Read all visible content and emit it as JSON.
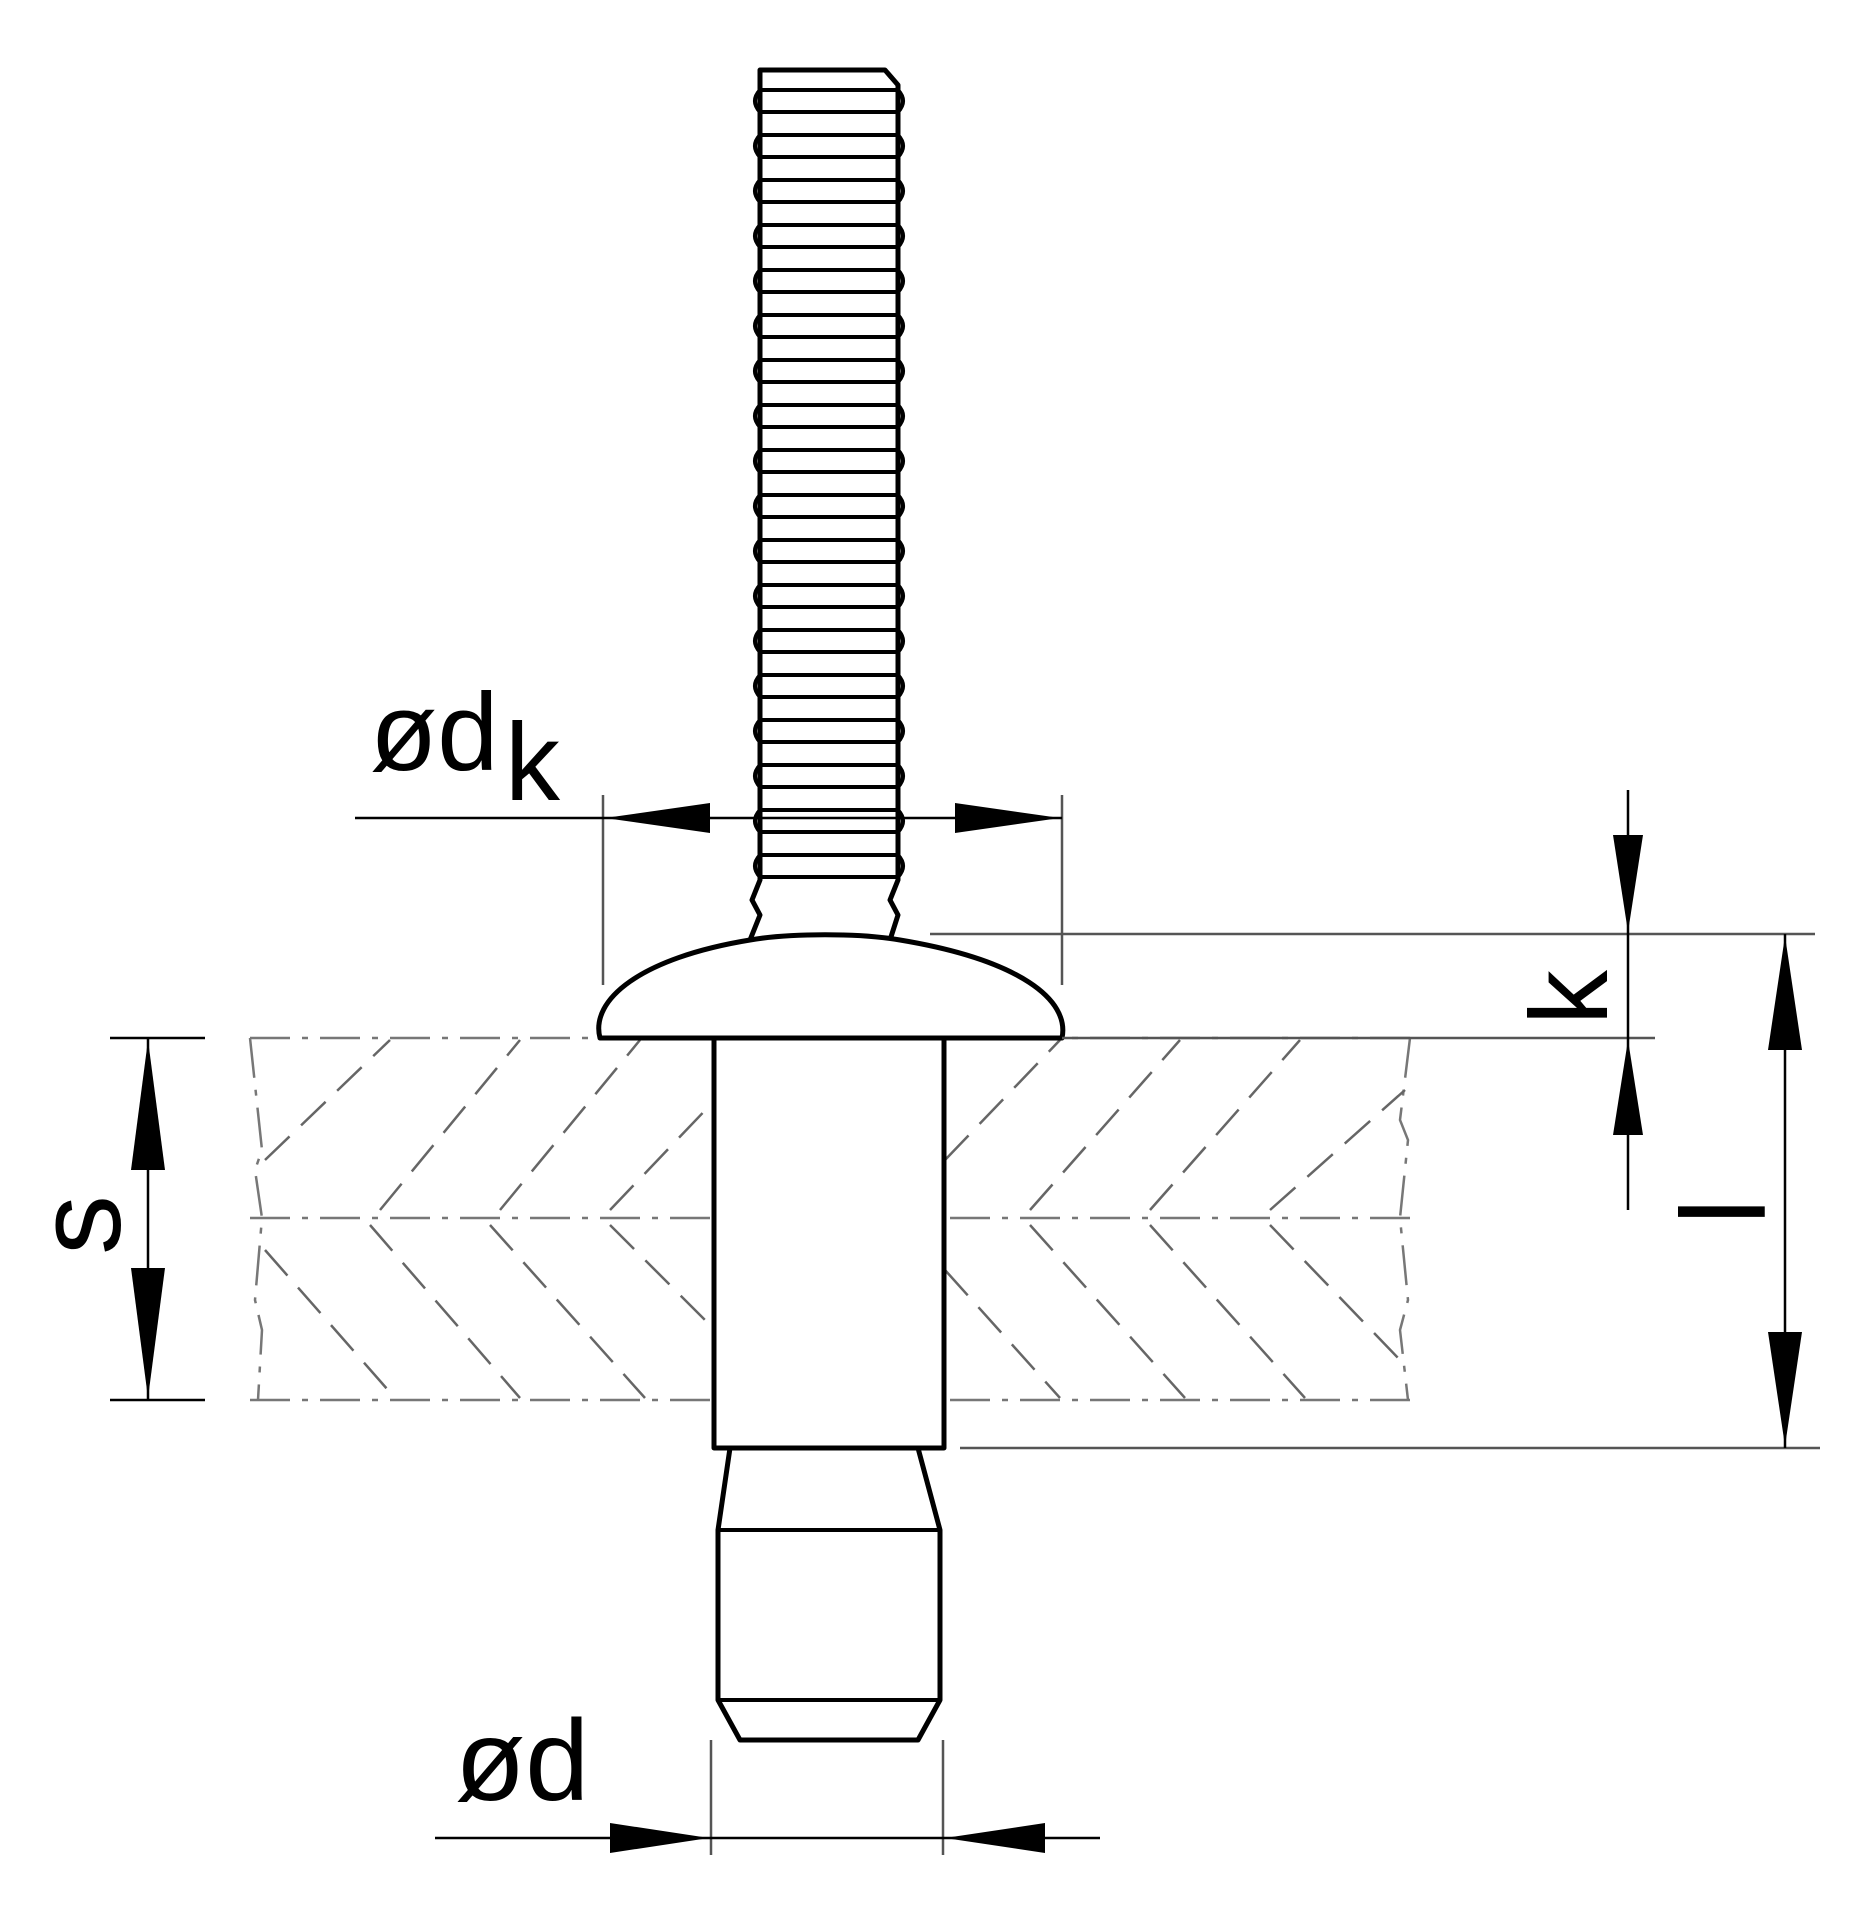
{
  "labels": {
    "head_diameter": "ød",
    "head_diameter_sub": "k",
    "head_height": "k",
    "grip_range": "s",
    "length": "l",
    "shank_diameter": "ød"
  },
  "colors": {
    "line": "#000000",
    "construction": "#555555",
    "hatch": "#666666",
    "background": "#ffffff"
  }
}
